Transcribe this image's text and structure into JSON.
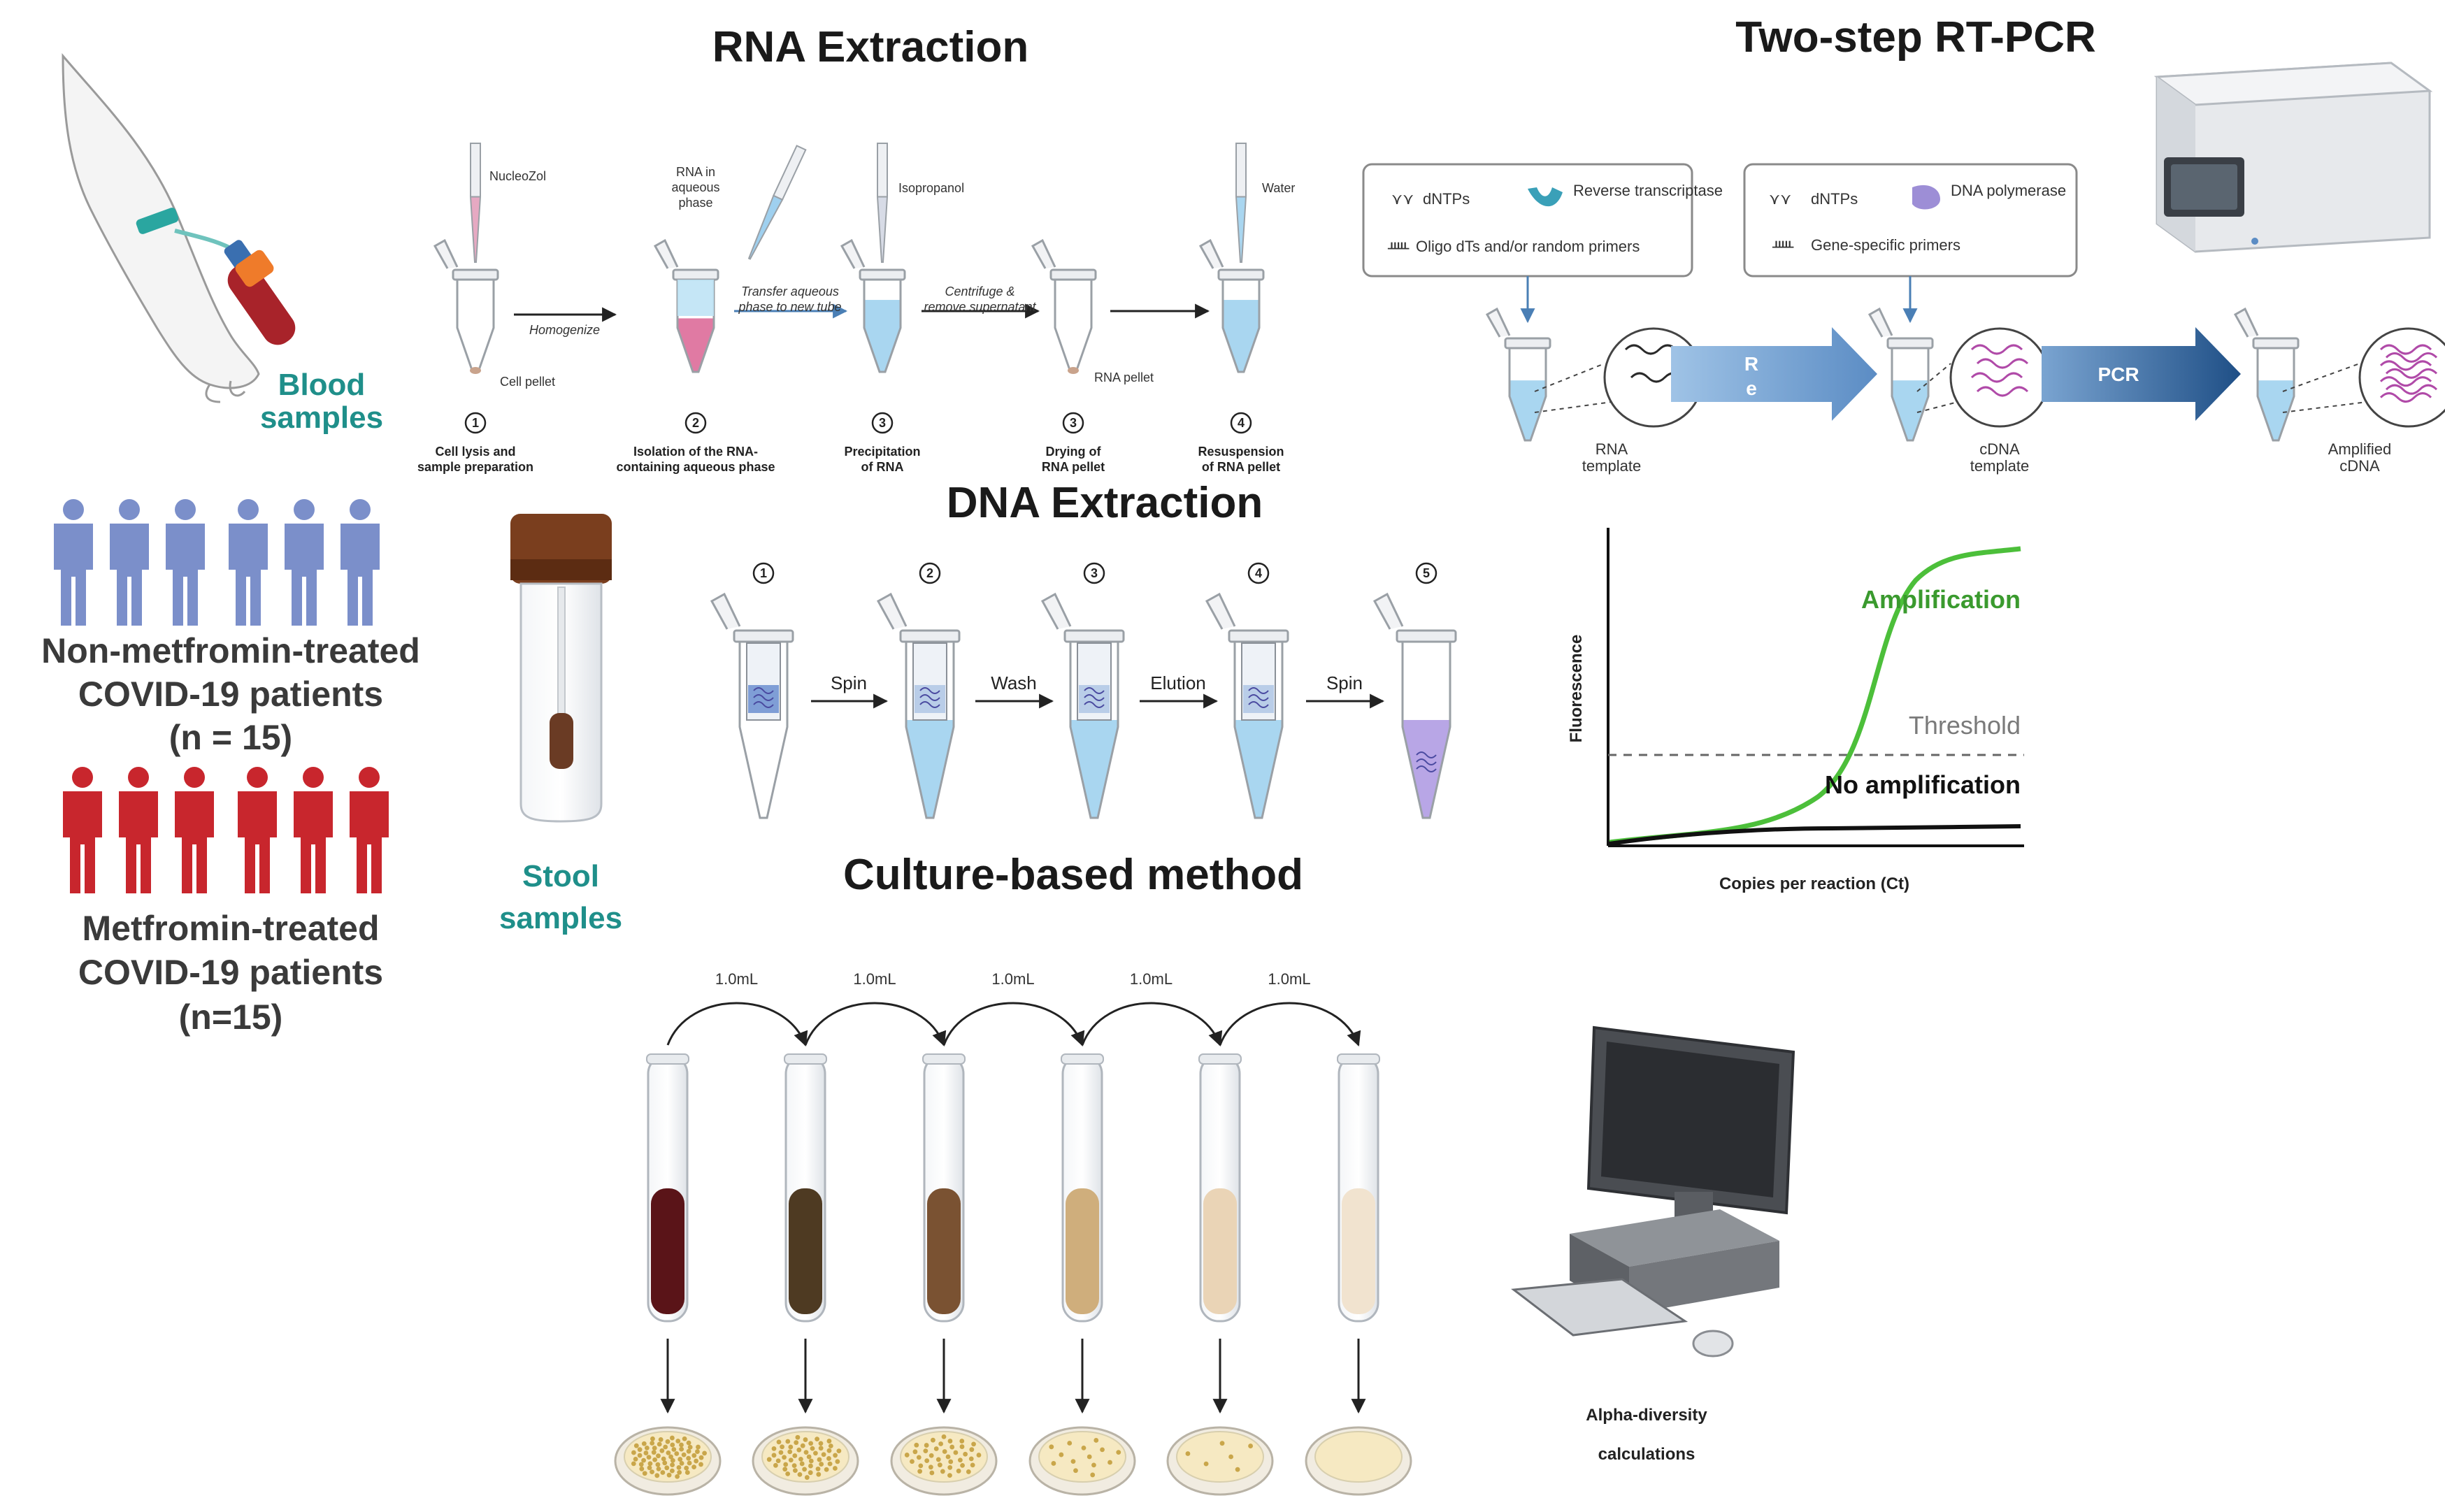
{
  "titles": {
    "rna_extraction": "RNA Extraction",
    "rt_pcr": "Two-step RT-PCR",
    "dna_extraction": "DNA Extraction",
    "culture": "Culture-based method"
  },
  "samples": {
    "blood": [
      "Blood",
      "samples"
    ],
    "stool": [
      "Stool",
      "samples"
    ]
  },
  "groups": {
    "non_treated": [
      "Non-metfromin-treated",
      "COVID-19 patients",
      "(n = 15)"
    ],
    "treated": [
      "Metfromin-treated",
      "COVID-19 patients",
      "(n=15)"
    ]
  },
  "colors": {
    "group_blue": "#7b8fca",
    "group_red": "#c8262d",
    "teal": "#1f8f8a",
    "pcr_arrow": "#2f5b8f",
    "curve_green": "#4cbf3a"
  },
  "rna_steps": {
    "reagents": [
      "NucleoZol",
      "RNA in\naqueous\nphase",
      "Isopropanol",
      "",
      "Water"
    ],
    "side_labels": [
      "Cell pellet",
      "RNA pellet"
    ],
    "arrows": [
      "Homogenize",
      "Transfer aqueous\nphase to new tube",
      "Centrifuge &\nremove supernatant",
      ""
    ],
    "numbers": [
      "1",
      "2",
      "3",
      "3",
      "4"
    ],
    "captions": [
      "Cell lysis and\nsample preparation",
      "Isolation of the RNA-\ncontaining aqueous phase",
      "Precipitation\nof RNA",
      "Drying of\nRNA pellet",
      "Resuspension\nof RNA pellet"
    ]
  },
  "rtpcr": {
    "box1": {
      "dntps": "dNTPs",
      "rt": "Reverse\ntranscriptase",
      "primers": "Oligo dTs and/or random primers"
    },
    "box2": {
      "dntps": "dNTPs",
      "pol": "DNA\npolymerase",
      "primers": "Gene-specific primers"
    },
    "arrow1": "Reverse\ntranscription",
    "arrow2": "PCR",
    "templates": [
      "RNA\ntemplate",
      "cDNA\ntemplate",
      "Amplified\ncDNA"
    ]
  },
  "dna_steps": {
    "numbers": [
      "1",
      "2",
      "3",
      "4",
      "5"
    ],
    "arrows": [
      "Spin",
      "Wash",
      "Elution",
      "Spin"
    ]
  },
  "qpcr_chart": {
    "ylabel": "Fluorescence",
    "xlabel": "Copies per reaction (Ct)",
    "labels": {
      "amp": "Amplification",
      "threshold": "Threshold",
      "noamp": "No amplification"
    }
  },
  "culture": {
    "transfer_volume": [
      "1.0mL",
      "1.0mL",
      "1.0mL",
      "1.0mL",
      "1.0mL"
    ],
    "tube_colors": [
      "#5a1418",
      "#4e3a22",
      "#7a5232",
      "#cfae7c",
      "#ead4b6",
      "#f1e3cf"
    ],
    "plate_density": [
      70,
      55,
      40,
      14,
      6,
      0
    ]
  },
  "computer": {
    "label": [
      "Alpha-diversity",
      "calculations"
    ]
  }
}
